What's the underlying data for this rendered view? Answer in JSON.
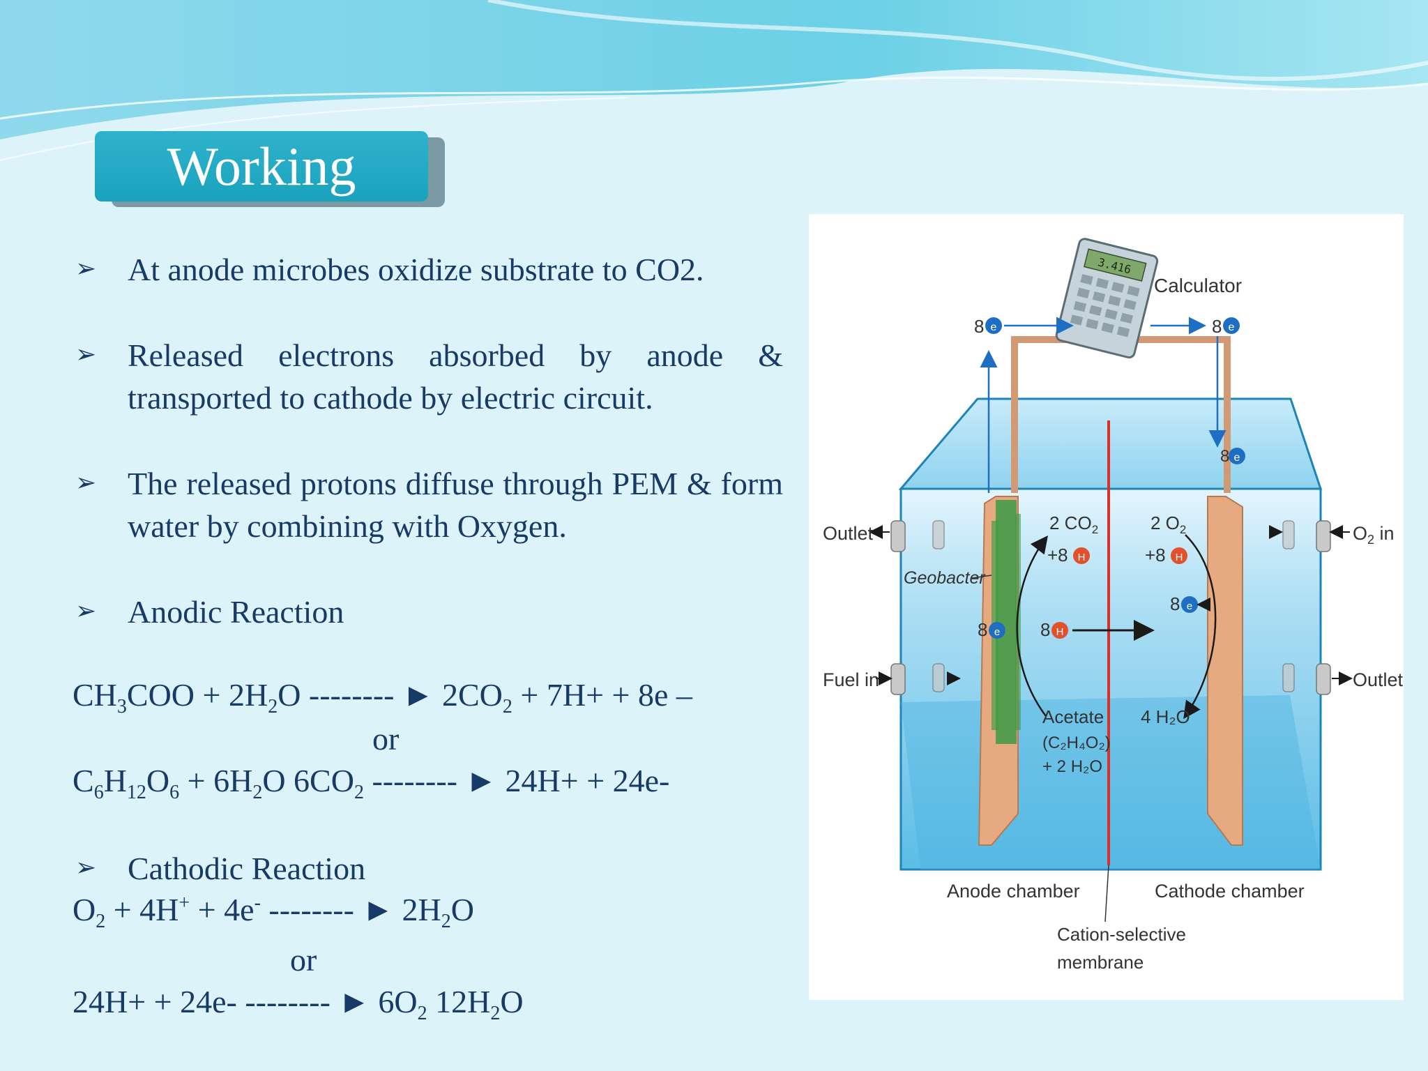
{
  "slide": {
    "title": "Working",
    "bullet_symbol": "➢",
    "points": [
      "At anode microbes oxidize substrate to CO2.",
      "Released electrons absorbed by anode & transported to cathode by electric circuit.",
      "The released protons diffuse through PEM & form water by combining with Oxygen.",
      "Anodic Reaction"
    ],
    "anodic": {
      "eq1": [
        "CH",
        "3",
        "COO + 2H",
        "2",
        "O  -------- ► 2CO",
        "2",
        " + 7H+ + 8e –"
      ],
      "or": "or",
      "eq2": [
        "C",
        "6",
        "H",
        "12",
        "O",
        "6",
        " + 6H",
        "2",
        "O 6CO",
        "2",
        " -------- ► 24H+ + 24e-"
      ]
    },
    "cathodic_heading": "Cathodic Reaction",
    "cathodic": {
      "eq1": [
        "O",
        "2",
        " + 4H",
        "+",
        " + 4e",
        "-",
        " -------- ► 2H",
        "2",
        "O"
      ],
      "or": "or",
      "eq2": [
        "24H+ + 24e- -------- ► 6O",
        "2",
        " 12H",
        "2",
        "O"
      ]
    }
  },
  "figure": {
    "calculator": "Calculator",
    "calculator_display": "3.416",
    "electrons_left": "8",
    "electrons_right": "8",
    "electrons_cathode": "8",
    "electron_symbol": "e",
    "proton_symbol": "H",
    "outlet_left": "Outlet",
    "o2_in_prefix": "O",
    "o2_in_sub": "2",
    "o2_in_suffix": " in",
    "fuel_in": "Fuel in",
    "outlet_right": "Outlet",
    "geobacter": "Geobacter",
    "anode_products_co2": "2 CO",
    "anode_products_co2_sub": "2",
    "anode_products_h": "+8",
    "proton_count": "8",
    "anode_electron_count": "8",
    "cathode_reactants_o2": "2 O",
    "cathode_reactants_o2_sub": "2",
    "cathode_reactants_h": "+8",
    "cathode_electron_count": "8",
    "acetate": "Acetate",
    "acetate_formula": "(C₂H₄O₂)",
    "acetate_water": "+ 2 H₂O",
    "water_product": "4 H₂O",
    "anode_chamber": "Anode chamber",
    "cathode_chamber": "Cathode chamber",
    "membrane_line1": "Cation-selective",
    "membrane_line2": "membrane"
  },
  "colors": {
    "title_bg": "#1ea8c2",
    "text": "#173a66",
    "electron": "#1e6fc4",
    "proton": "#e2502c",
    "membrane": "#d9302a",
    "electrode": "#e7a97f"
  }
}
